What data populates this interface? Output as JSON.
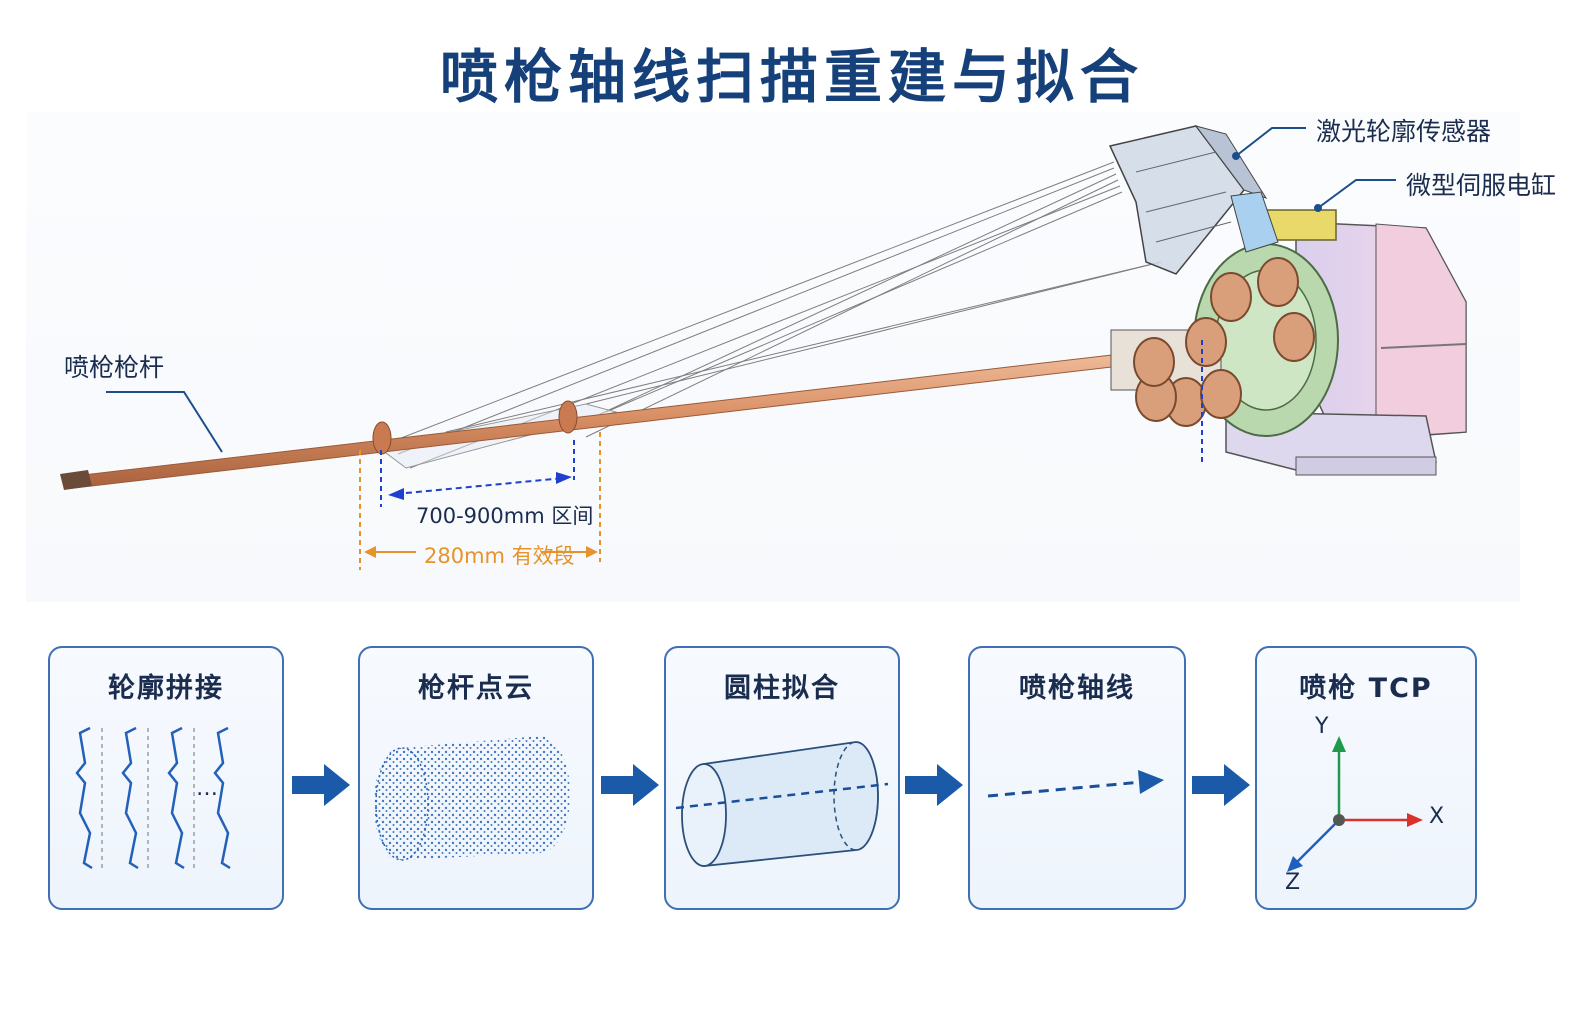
{
  "title": "喷枪轴线扫描重建与拟合",
  "labels": {
    "sensor": "激光轮廓传感器",
    "cylinder": "微型伺服电缸",
    "rod": "喷枪枪杆",
    "range": "700-900mm 区间",
    "effective": "280mm 有效段"
  },
  "steps": [
    {
      "title": "轮廓拼接"
    },
    {
      "title": "枪杆点云"
    },
    {
      "title": "圆柱拟合"
    },
    {
      "title": "喷枪轴线"
    },
    {
      "title": "喷枪 TCP"
    }
  ],
  "steps_extra": {
    "ellipsis": "…",
    "axis_y": "Y",
    "axis_x": "X",
    "axis_z": "Z"
  },
  "colors": {
    "title": "#16407a",
    "step_border": "#3f6fb5",
    "flow_arrow": "#1a5aa8",
    "rod": "#d98f64",
    "dim_blue": "#1e3fd0",
    "dim_orange": "#e6932b",
    "axis_y": "#1f9a4d",
    "axis_x": "#d9322b",
    "axis_z": "#1f5fbf"
  }
}
